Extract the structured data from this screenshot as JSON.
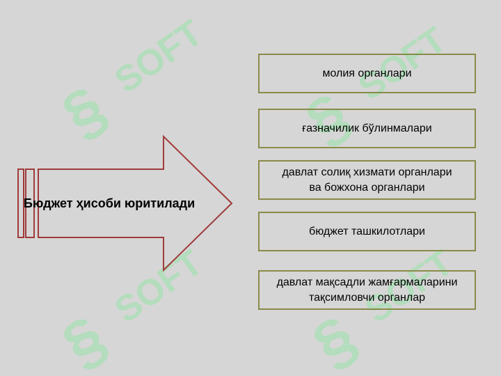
{
  "watermark_text": "SOFT",
  "arrow": {
    "label": "Бюджет ҳисоби юритилади"
  },
  "boxes": [
    {
      "lines": [
        "молия органлари"
      ]
    },
    {
      "lines": [
        "ғазначилик бўлинмалари"
      ]
    },
    {
      "lines": [
        "давлат солиқ хизмати органлари",
        "ва божхона органлари"
      ]
    },
    {
      "lines": [
        "бюджет ташкилотлари"
      ]
    },
    {
      "lines": [
        "давлат мақсадли жамғармаларини",
        "тақсимловчи органлар"
      ]
    }
  ],
  "colors": {
    "background": "#d6d6d6",
    "arrow_outline": "#a03a3a",
    "box_border": "#8a8a4a",
    "watermark": "#a8e0b4"
  }
}
